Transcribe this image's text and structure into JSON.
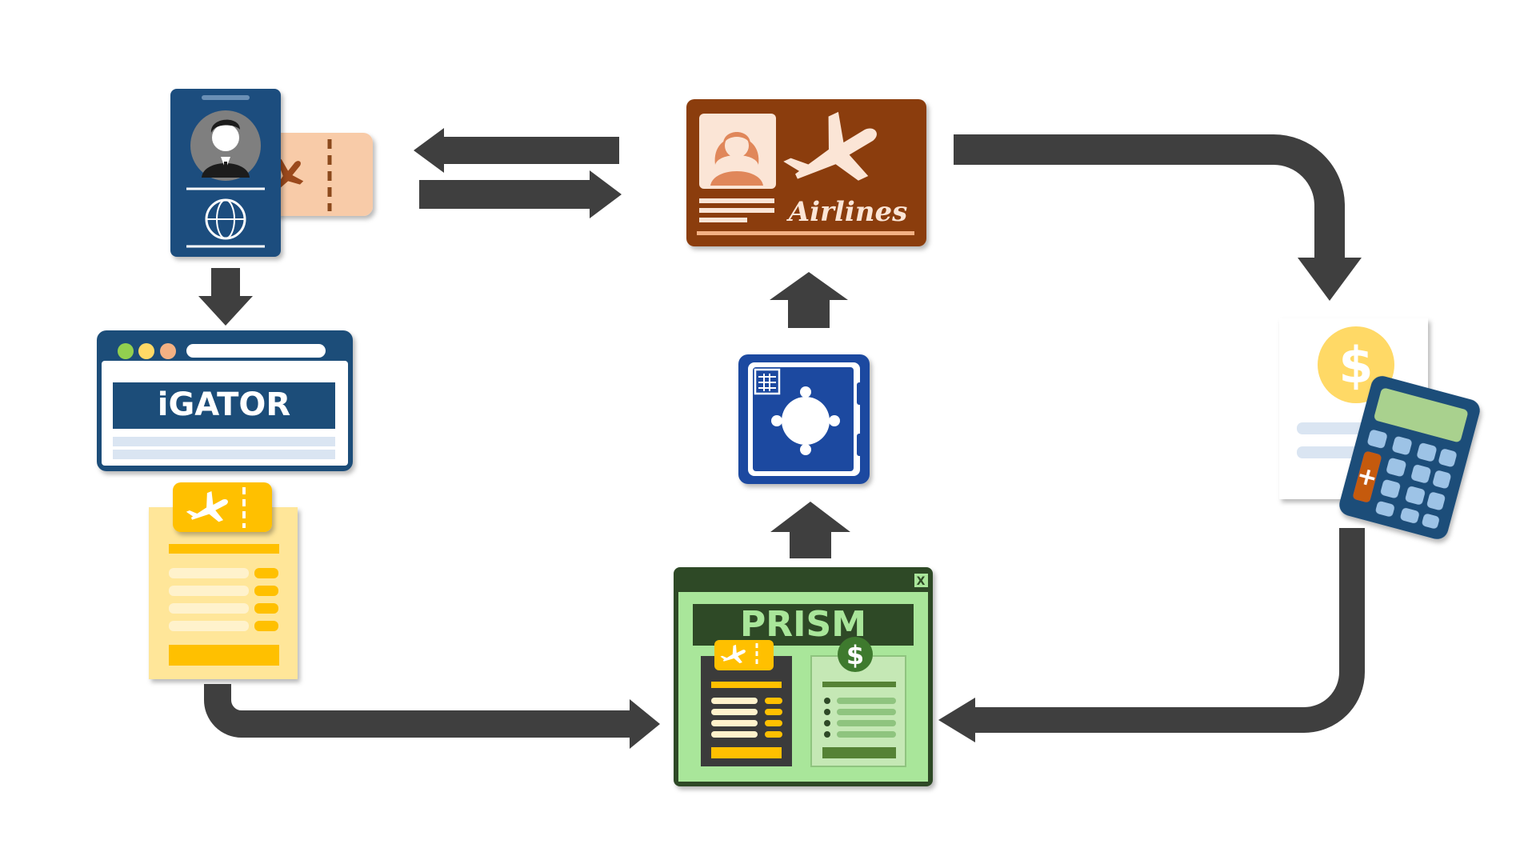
{
  "diagram": {
    "igator_label": "iGATOR",
    "airlines_label": "Airlines",
    "prism_label": "PRISM",
    "prism_close": "X",
    "currency_symbol": "$",
    "plus_symbol": "+"
  },
  "colors": {
    "arrow": "#3f3f3f",
    "passport_navy": "#1f4e7e",
    "browser_navy": "#1f4e79",
    "airline_brown": "#8b3d10",
    "safe_blue": "#1b4aa0",
    "prism_dark": "#2f4a26",
    "prism_green": "#a9e69a",
    "ticket_gold": "#ffc000",
    "coin_gold": "#ffd966"
  },
  "icons": [
    "passport-icon",
    "plane-ticket-icon",
    "browser-window-icon",
    "itinerary-document-icon",
    "airline-card-icon",
    "safe-icon",
    "invoice-icon",
    "calculator-icon",
    "prism-window-icon"
  ]
}
